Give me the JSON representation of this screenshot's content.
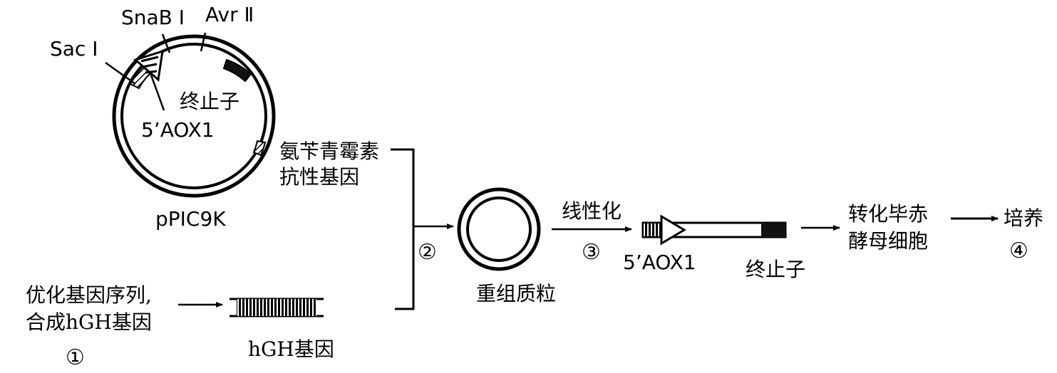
{
  "plasmid": {
    "name": "pPIC9K",
    "sites": {
      "sac": "Sac Ⅰ",
      "snab": "SnaB Ⅰ",
      "avr": "Avr Ⅱ"
    },
    "promoter": "5’AOX1",
    "terminator": "终止子",
    "resistance_line1": "氨苄青霉素",
    "resistance_line2": "抗性基因"
  },
  "step1": {
    "text_line1": "优化基因序列,",
    "text_line2": "合成hGH基因",
    "number": "①"
  },
  "gene": {
    "label": "hGH基因"
  },
  "step2": {
    "number": "②"
  },
  "recombinant": {
    "label": "重组质粒"
  },
  "step3": {
    "label": "线性化",
    "number": "③"
  },
  "linear": {
    "promoter": "5’AOX1",
    "terminator": "终止子"
  },
  "transform": {
    "line1": "转化毕赤",
    "line2": "酵母细胞"
  },
  "step4": {
    "label": "培养",
    "number": "④"
  }
}
